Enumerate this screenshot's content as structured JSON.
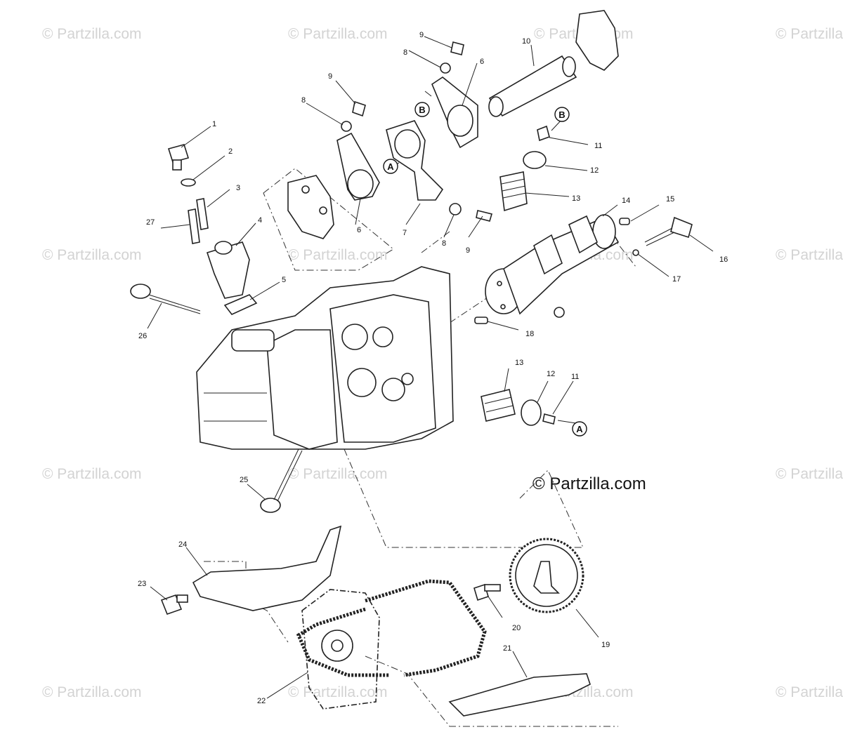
{
  "watermark": "© Partzilla.com",
  "brand_text": "© Partzilla.com",
  "callouts": {
    "c1": "1",
    "c2": "2",
    "c3": "3",
    "c4": "4",
    "c5": "5",
    "c6a": "6",
    "c6b": "6",
    "c7": "7",
    "c8a": "8",
    "c8b": "8",
    "c8c": "8",
    "c9a": "9",
    "c9b": "9",
    "c9c": "9",
    "c10": "10",
    "c11a": "11",
    "c11b": "11",
    "c12a": "12",
    "c12b": "12",
    "c13a": "13",
    "c13b": "13",
    "c14": "14",
    "c15": "15",
    "c16": "16",
    "c17": "17",
    "c18": "18",
    "c19": "19",
    "c20": "20",
    "c21": "21",
    "c22": "22",
    "c23": "23",
    "c24": "24",
    "c25": "25",
    "c26": "26",
    "c27": "27"
  },
  "ref_tags": {
    "a1": "A",
    "a2": "A",
    "b1": "B",
    "b2": "B"
  }
}
